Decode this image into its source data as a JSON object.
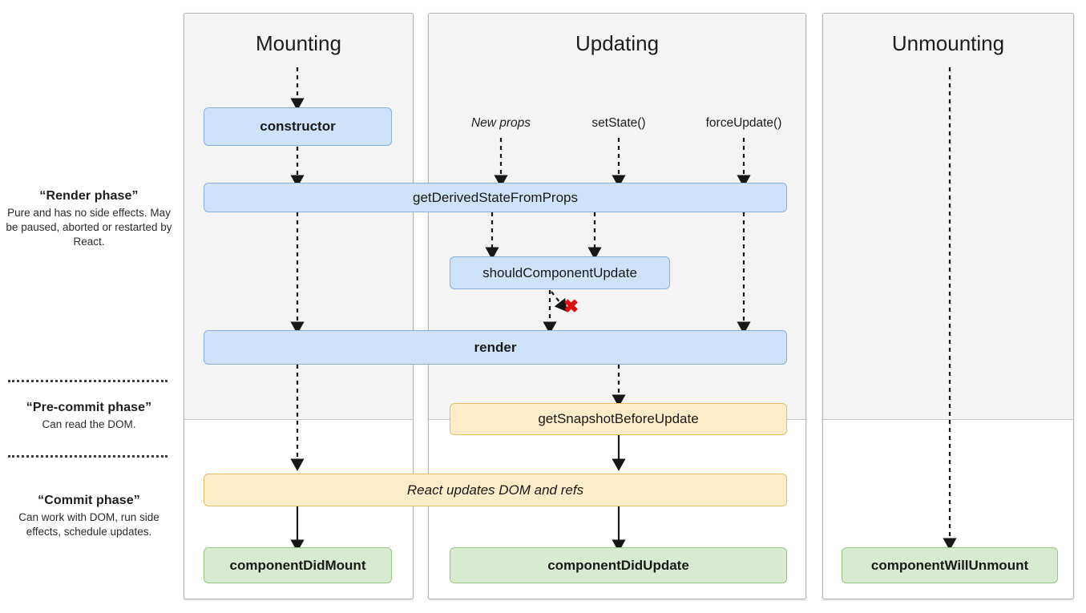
{
  "diagram": {
    "title": "React component lifecycle diagram",
    "colors": {
      "blue_fill": "#cfe2f9",
      "blue_border": "#8ab0e0",
      "orange_fill": "#fdecc8",
      "orange_border": "#e6bc67",
      "green_fill": "#d9ead3",
      "green_border": "#9ac683",
      "panel_gray": "#f4f4f4",
      "panel_border": "#b4b4b4",
      "abort_red": "#e00d0d"
    }
  },
  "phases": [
    {
      "title": "“Render phase”",
      "description": "Pure and has no side effects. May be paused, aborted or restarted by React."
    },
    {
      "title": "“Pre-commit phase”",
      "description": "Can read the DOM."
    },
    {
      "title": "“Commit phase”",
      "description": "Can work with DOM, run side effects, schedule updates."
    }
  ],
  "columns": [
    {
      "title": "Mounting"
    },
    {
      "title": "Updating"
    },
    {
      "title": "Unmounting"
    }
  ],
  "triggers": [
    {
      "label": "New props",
      "style": "italic"
    },
    {
      "label": "setState()",
      "style": "normal"
    },
    {
      "label": "forceUpdate()",
      "style": "normal"
    }
  ],
  "boxes": {
    "constructor": "constructor",
    "get_derived_state_from_props": "getDerivedStateFromProps",
    "should_component_update": "shouldComponentUpdate",
    "render": "render",
    "get_snapshot_before_update": "getSnapshotBeforeUpdate",
    "react_updates_dom_and_refs": "React updates DOM and refs",
    "component_did_mount": "componentDidMount",
    "component_did_update": "componentDidUpdate",
    "component_will_unmount": "componentWillUnmount"
  },
  "annotations": {
    "abort_mark": "✖"
  }
}
